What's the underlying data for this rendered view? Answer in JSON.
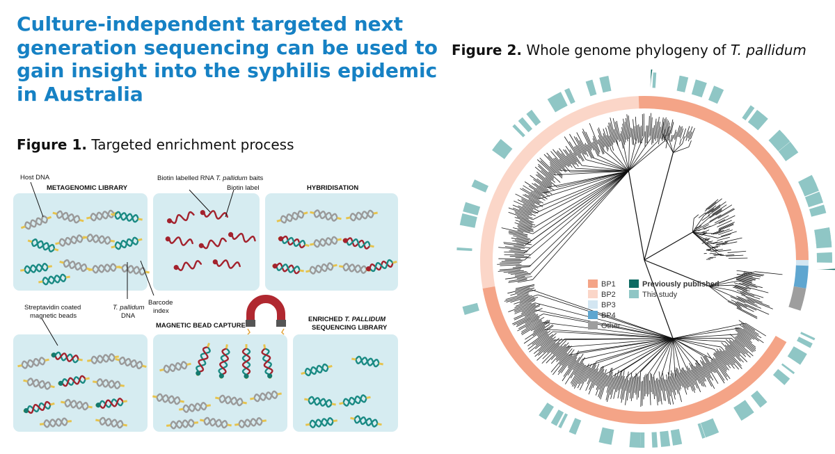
{
  "headline": "Culture-independent targeted next generation sequencing can be used to gain insight into the syphilis epidemic in Australia",
  "figure1": {
    "label": "Figure 1.",
    "caption": "Targeted enrichment process",
    "panels": {
      "metagenomic": "METAGENOMIC LIBRARY",
      "hybridisation": "HYBRIDISATION",
      "capture": "MAGNETIC BEAD CAPTURE",
      "enriched_line1_a": "ENRICHED ",
      "enriched_line1_b": "T. PALLIDUM",
      "enriched_line2": "SEQUENCING LIBRARY"
    },
    "labels": {
      "host_dna": "Host DNA",
      "baits_a": "Biotin labelled RNA ",
      "baits_b": "T. pallidum",
      "baits_c": " baits",
      "biotin_label": "Biotin label",
      "tp_dna_a": "T. pallidum",
      "tp_dna_b": "DNA",
      "barcode_a": "Barcode",
      "barcode_b": "index",
      "strep_a": "Streptavidin coated",
      "strep_b": "magnetic beads"
    },
    "colors": {
      "panel": "#d6ecf1",
      "host_strand": "#9a9a9a",
      "tp_strand": "#1a8a83",
      "barcode": "#e6c34e",
      "bait": "#a3222d",
      "bead": "#157a6e"
    }
  },
  "figure2": {
    "label": "Figure 2.",
    "caption_a": "Whole genome phylogeny of ",
    "caption_b": "T. pallidum",
    "legend_lineage": [
      {
        "label": "BP1",
        "color": "#f4a487"
      },
      {
        "label": "BP2",
        "color": "#fbd6c8"
      },
      {
        "label": "BP3",
        "color": "#d3e6f2"
      },
      {
        "label": "BP4",
        "color": "#5fa6d0"
      },
      {
        "label": "Other",
        "color": "#9e9e9e"
      }
    ],
    "legend_source": [
      {
        "label": "Previously published",
        "color": "#0d6b63"
      },
      {
        "label": "This study",
        "color": "#8fc6c5"
      }
    ]
  }
}
